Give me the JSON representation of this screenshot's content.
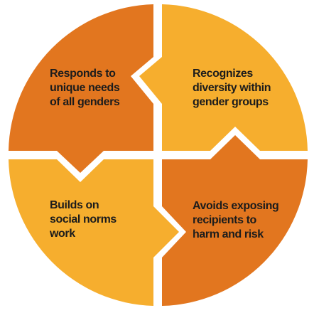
{
  "colors": {
    "dark_orange": "#e2761f",
    "light_orange": "#f6ae2e",
    "text": "#1c1c1c",
    "background": "#ffffff"
  },
  "quadrants": [
    {
      "id": "top-left",
      "label": "Responds to\nunique needs\nof all genders",
      "fill": "dark_orange"
    },
    {
      "id": "top-right",
      "label": "Recognizes\ndiversity within\ngender groups",
      "fill": "light_orange"
    },
    {
      "id": "bottom-left",
      "label": "Builds on\nsocial norms\nwork",
      "fill": "light_orange"
    },
    {
      "id": "bottom-right",
      "label": "Avoids exposing\nrecipients to\nharm and risk",
      "fill": "dark_orange"
    }
  ]
}
